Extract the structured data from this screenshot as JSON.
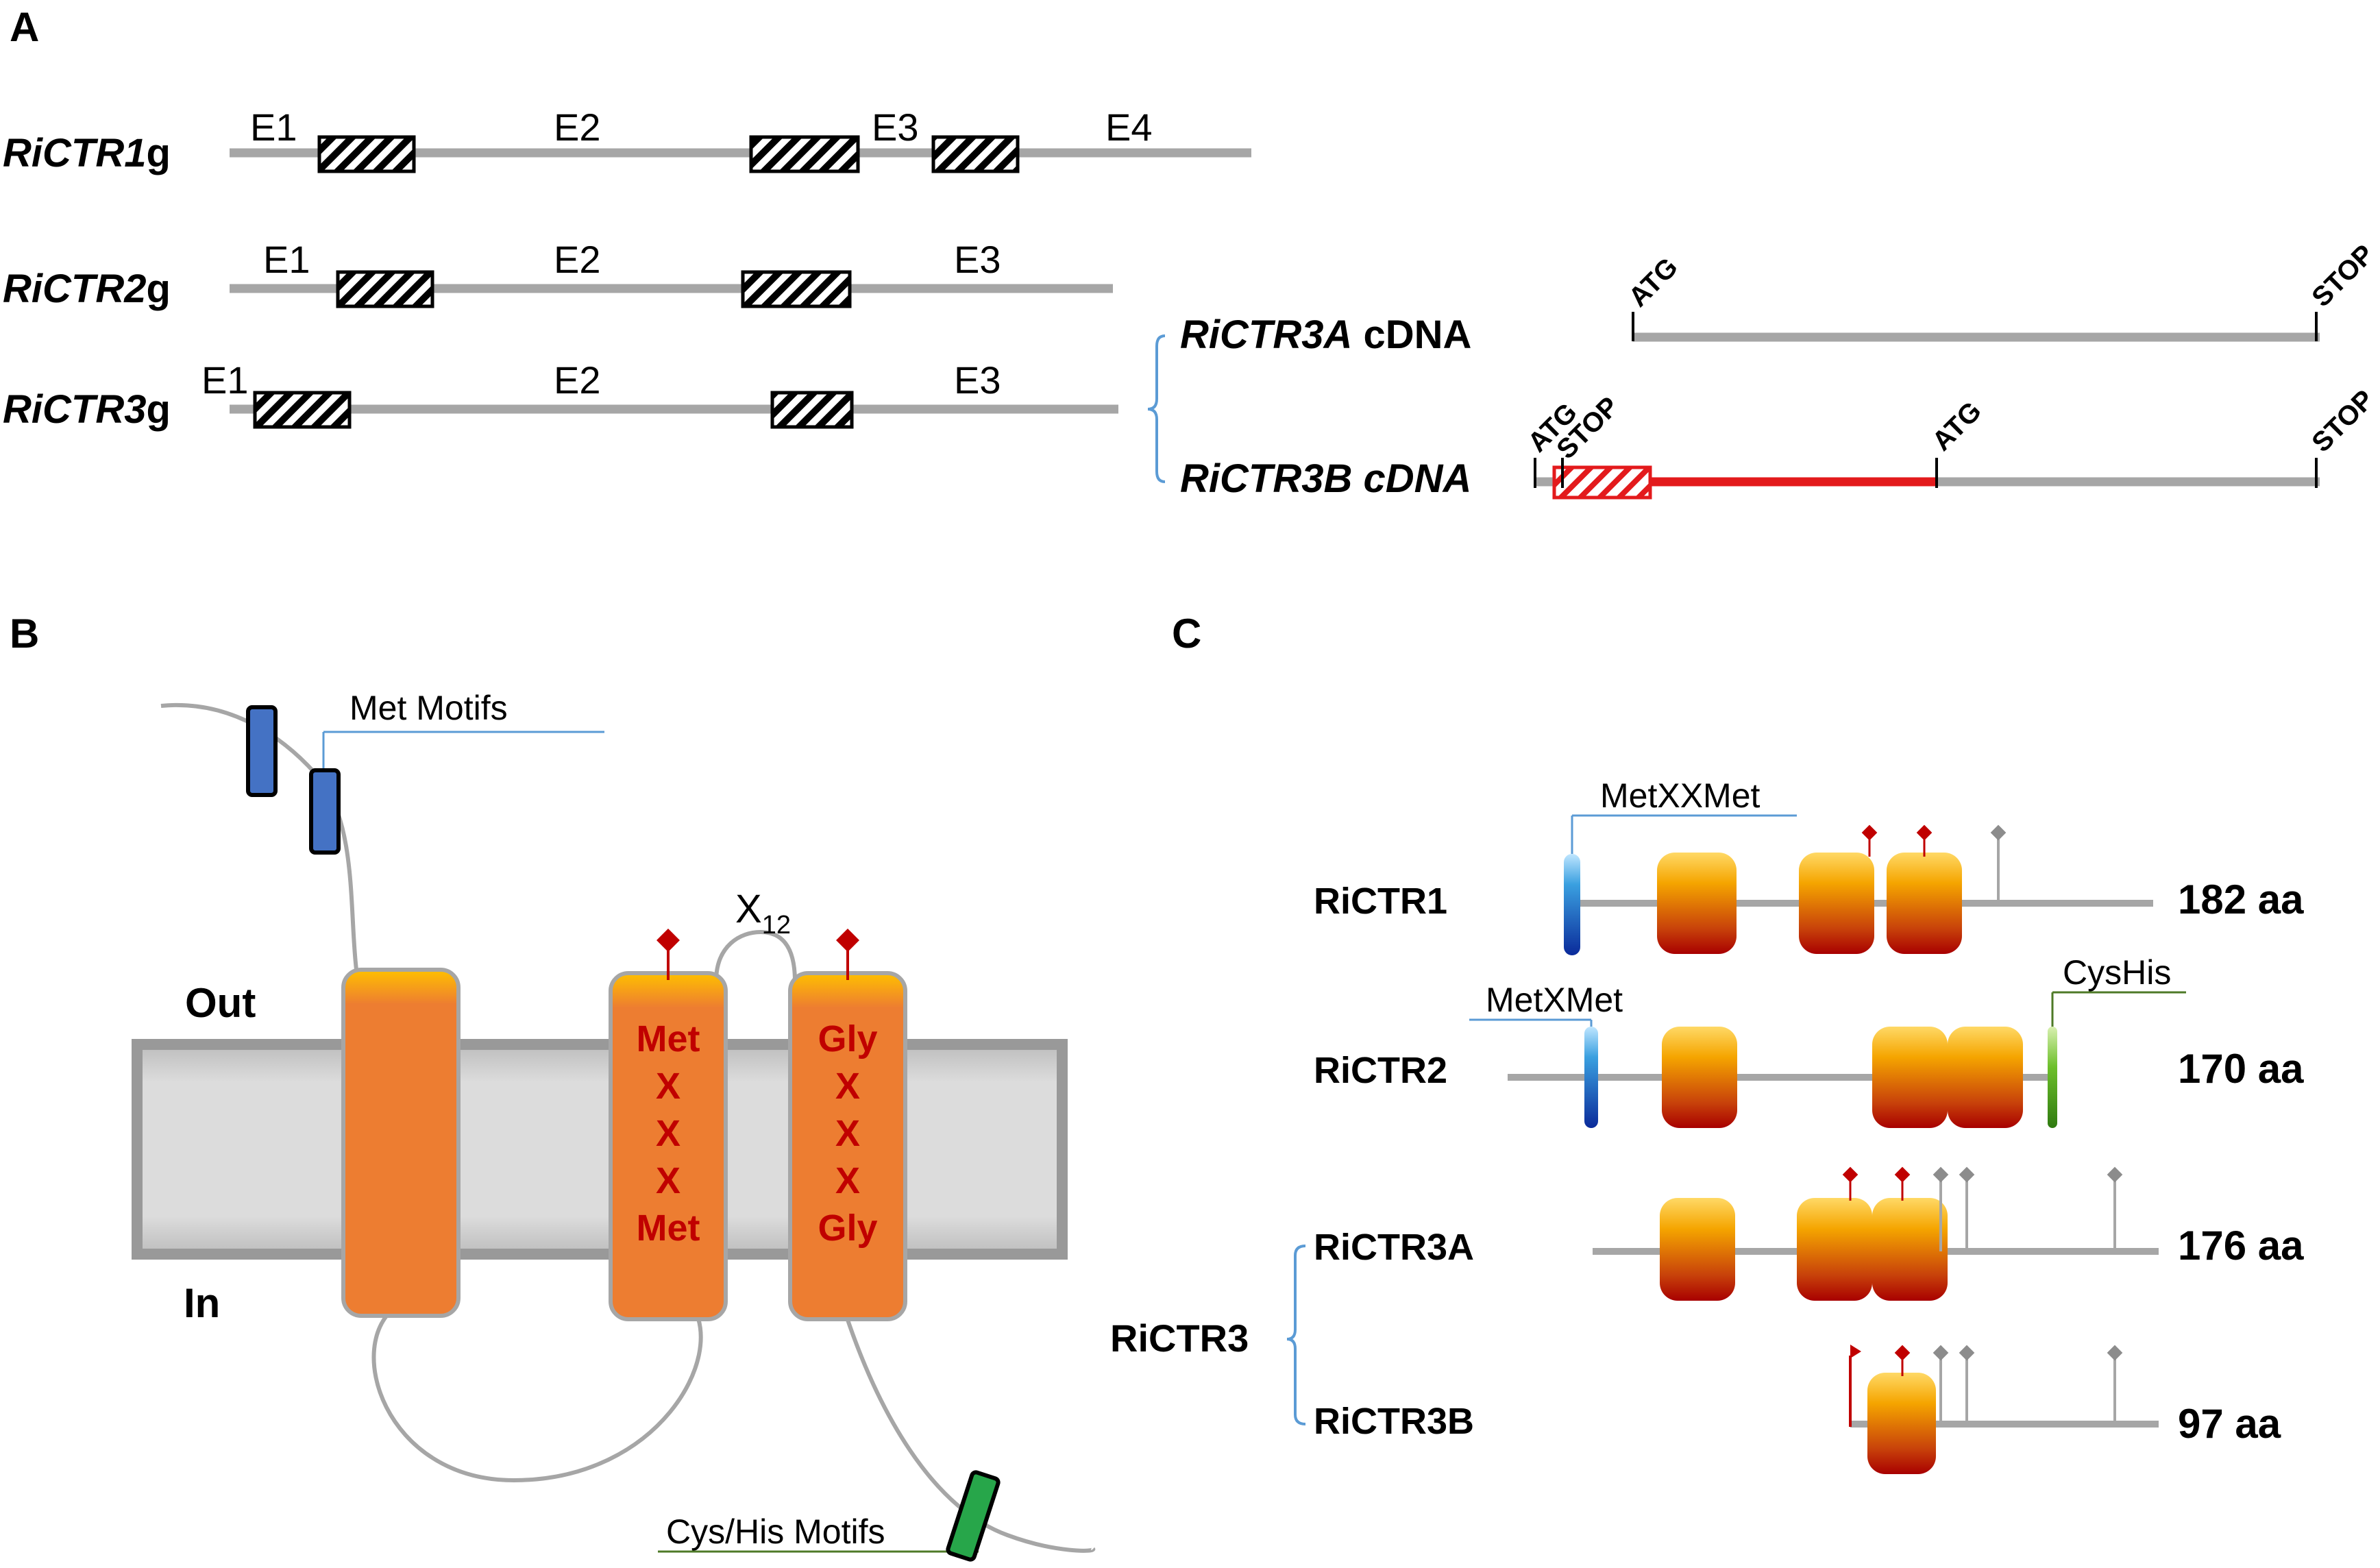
{
  "panels": {
    "a": "A",
    "b": "B",
    "c": "C"
  },
  "panel_a": {
    "genes": [
      {
        "name": "RiCTR1",
        "suffix": "g",
        "exons": [
          "E1",
          "E2",
          "E3",
          "E4"
        ]
      },
      {
        "name": "RiCTR2",
        "suffix": "g",
        "exons": [
          "E1",
          "E2",
          "E3"
        ]
      },
      {
        "name": "RiCTR3",
        "suffix": "g",
        "exons": [
          "E1",
          "E2",
          "E3"
        ]
      }
    ],
    "cdna_a": {
      "name": "RiCTR3A",
      "suffix": " cDNA",
      "start": "ATG",
      "stop": "STOP"
    },
    "cdna_b": {
      "name": "RiCTR3B cDNA",
      "atg1": "ATG",
      "stop1": "STOP",
      "atg2": "ATG",
      "stop2": "STOP"
    }
  },
  "panel_b": {
    "met_motifs": "Met Motifs",
    "out": "Out",
    "in": "In",
    "loop_base": "X",
    "loop_sub": "12",
    "tm2_motif": [
      "Met",
      "X",
      "X",
      "X",
      "Met"
    ],
    "tm3_motif": [
      "Gly",
      "X",
      "X",
      "X",
      "Gly"
    ],
    "cys_his_motifs": "Cys/His Motifs"
  },
  "panel_c": {
    "proteins": [
      {
        "name": "RiCTR1",
        "length": "182 aa",
        "motif": "MetXXMet"
      },
      {
        "name": "RiCTR2",
        "length": "170 aa",
        "motif": "MetXMet",
        "motif2": "CysHis"
      },
      {
        "name": "RiCTR3A",
        "length": "176 aa"
      },
      {
        "name": "RiCTR3B",
        "length": "97 aa"
      }
    ],
    "group": "RiCTR3"
  },
  "colors": {
    "gray_line": "#a6a6a6",
    "red": "#e31a1c",
    "motif_red": "#c00000",
    "blue_line": "#5b9bd5",
    "green_line": "#4e7a27",
    "tm_orange": "#ed7d31",
    "membrane": "#d6d6d6"
  }
}
